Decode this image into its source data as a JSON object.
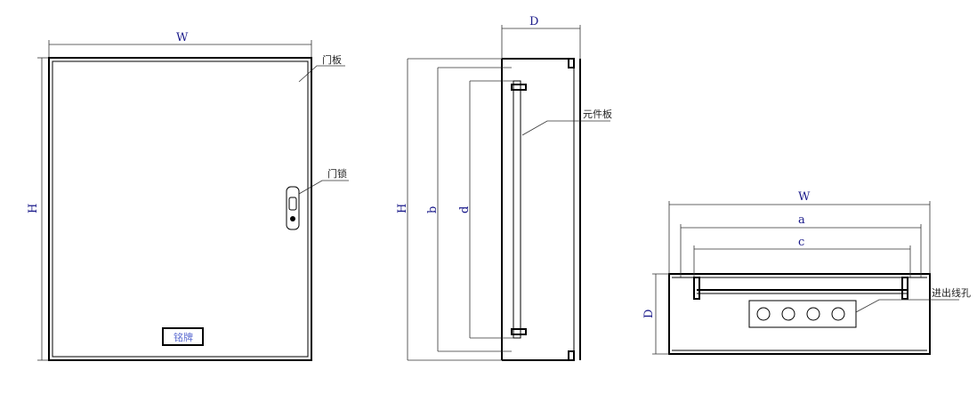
{
  "front_view": {
    "width_label": "W",
    "height_label": "H",
    "door_panel_label": "门板",
    "door_lock_label": "门锁",
    "nameplate_label": "铭牌"
  },
  "side_view": {
    "depth_label": "D",
    "height_label": "H",
    "b_label": "b",
    "d_label": "d",
    "component_plate_label": "元件板"
  },
  "bottom_view": {
    "width_label": "W",
    "a_label": "a",
    "c_label": "c",
    "depth_label": "D",
    "cable_entry_label": "进出线孔"
  },
  "colors": {
    "dimension_text": "#1a1a8a",
    "lines": "#000000"
  }
}
